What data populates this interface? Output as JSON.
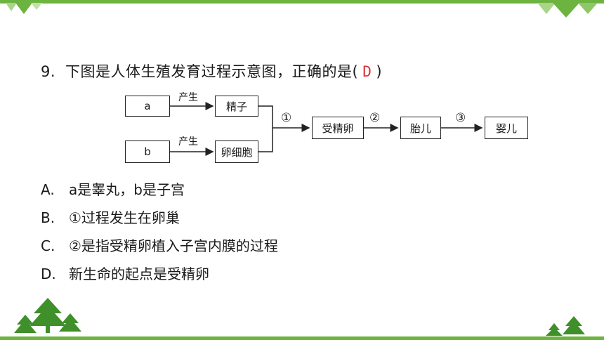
{
  "question": {
    "number": "9.",
    "stem_before": "下图是人体生殖发育过程示意图，正确的是(",
    "answer": "D",
    "stem_after": ")"
  },
  "diagram": {
    "box_a": "a",
    "box_b": "b",
    "arrow_label_1": "产生",
    "arrow_label_2": "产生",
    "box_sperm": "精子",
    "box_egg": "卵细胞",
    "step_1": "①",
    "box_zygote": "受精卵",
    "step_2": "②",
    "box_fetus": "胎儿",
    "step_3": "③",
    "box_baby": "婴儿"
  },
  "options": [
    {
      "key": "A.",
      "text": "a是睾丸，b是子宫"
    },
    {
      "key": "B.",
      "text": "①过程发生在卵巢"
    },
    {
      "key": "C.",
      "text": "②是指受精卵植入子宫内膜的过程"
    },
    {
      "key": "D.",
      "text": "新生命的起点是受精卵"
    }
  ],
  "colors": {
    "theme_green": "#6db33f",
    "answer_red": "#e03030"
  }
}
